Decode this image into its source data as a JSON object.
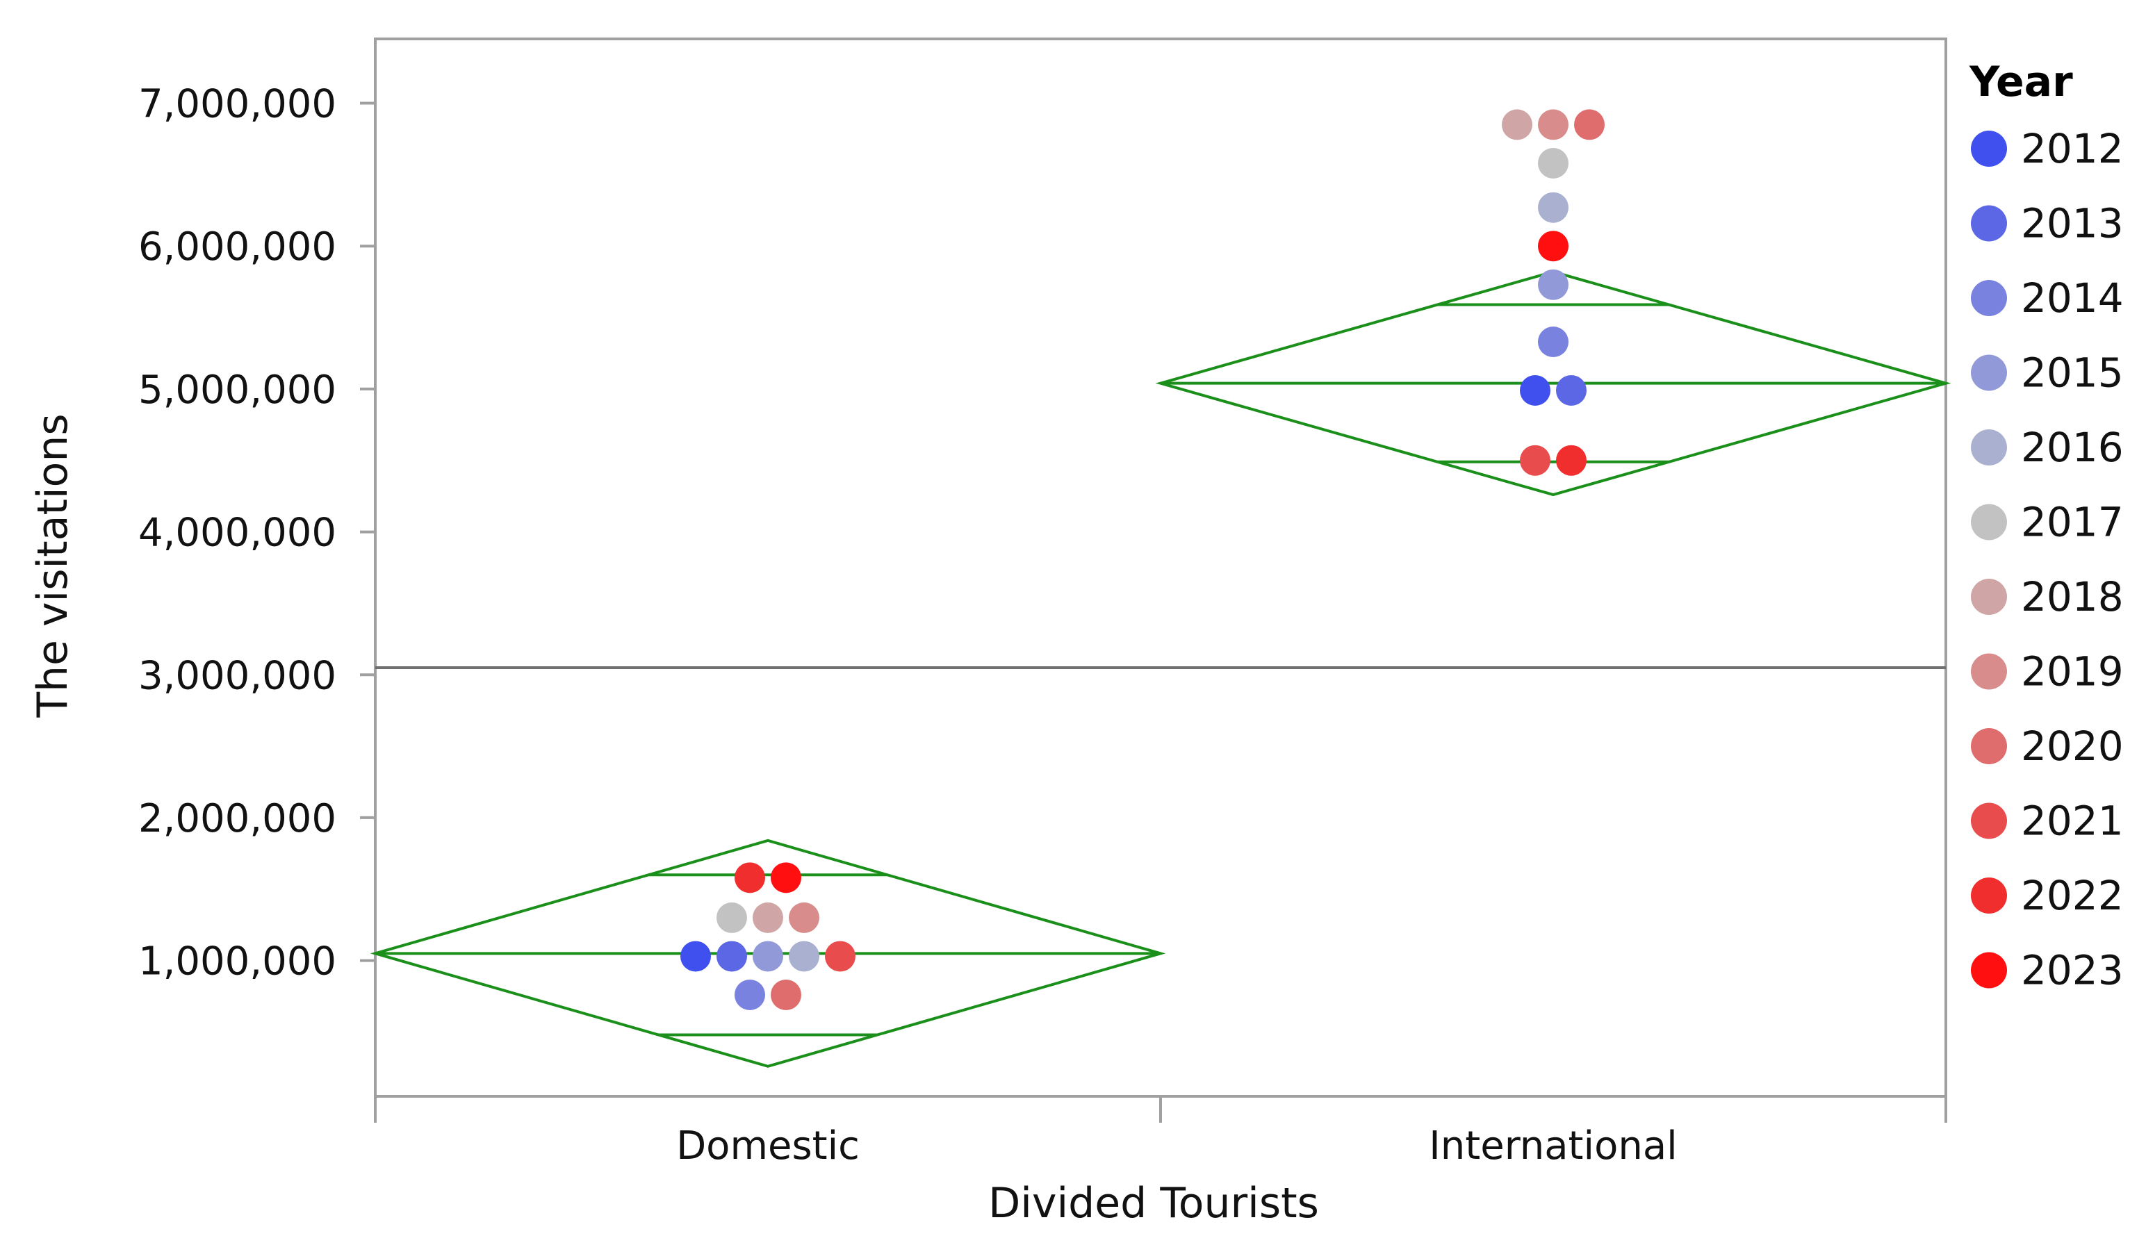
{
  "chart_data": {
    "type": "scatter",
    "subtype": "mean-diamonds-with-points",
    "xlabel": "Divided Tourists",
    "ylabel": "The visitations",
    "ylim": [
      50000,
      7450000
    ],
    "yticks": [
      1000000,
      2000000,
      3000000,
      4000000,
      5000000,
      6000000,
      7000000
    ],
    "ytick_labels": [
      "1,000,000",
      "2,000,000",
      "3,000,000",
      "4,000,000",
      "5,000,000",
      "6,000,000",
      "7,000,000"
    ],
    "categories": [
      "Domestic",
      "International"
    ],
    "grand_mean": 3050000,
    "legend": {
      "title": "Year",
      "position": "right",
      "entries": [
        {
          "label": "2012",
          "color": "#4050ee"
        },
        {
          "label": "2013",
          "color": "#5b67e4"
        },
        {
          "label": "2014",
          "color": "#7a82e0"
        },
        {
          "label": "2015",
          "color": "#9299d8"
        },
        {
          "label": "2016",
          "color": "#aab0d0"
        },
        {
          "label": "2017",
          "color": "#c2c2c2"
        },
        {
          "label": "2018",
          "color": "#cfa5a5"
        },
        {
          "label": "2019",
          "color": "#d88c8c"
        },
        {
          "label": "2020",
          "color": "#e06d6d"
        },
        {
          "label": "2021",
          "color": "#e84c4c"
        },
        {
          "label": "2022",
          "color": "#f02e2e"
        },
        {
          "label": "2023",
          "color": "#ff0f0f"
        }
      ]
    },
    "diamonds": [
      {
        "category": "Domestic",
        "mean": 1050000,
        "upper": 1840000,
        "lower": 260000,
        "upper_overlap": 1600000,
        "lower_overlap": 480000,
        "color": "#1a8f1a"
      },
      {
        "category": "International",
        "mean": 5040000,
        "upper": 5820000,
        "lower": 4260000,
        "upper_overlap": 5590000,
        "lower_overlap": 4490000,
        "color": "#1a8f1a"
      }
    ],
    "points": [
      {
        "category": "Domestic",
        "year": "2012",
        "value": 1030000
      },
      {
        "category": "Domestic",
        "year": "2013",
        "value": 1030000
      },
      {
        "category": "Domestic",
        "year": "2014",
        "value": 760000
      },
      {
        "category": "Domestic",
        "year": "2015",
        "value": 1030000
      },
      {
        "category": "Domestic",
        "year": "2016",
        "value": 1030000
      },
      {
        "category": "Domestic",
        "year": "2017",
        "value": 1300000
      },
      {
        "category": "Domestic",
        "year": "2018",
        "value": 1300000
      },
      {
        "category": "Domestic",
        "year": "2019",
        "value": 1300000
      },
      {
        "category": "Domestic",
        "year": "2020",
        "value": 760000
      },
      {
        "category": "Domestic",
        "year": "2021",
        "value": 1030000
      },
      {
        "category": "Domestic",
        "year": "2022",
        "value": 1580000
      },
      {
        "category": "Domestic",
        "year": "2023",
        "value": 1580000
      },
      {
        "category": "International",
        "year": "2012",
        "value": 4990000
      },
      {
        "category": "International",
        "year": "2013",
        "value": 4990000
      },
      {
        "category": "International",
        "year": "2014",
        "value": 5330000
      },
      {
        "category": "International",
        "year": "2015",
        "value": 5730000
      },
      {
        "category": "International",
        "year": "2016",
        "value": 6270000
      },
      {
        "category": "International",
        "year": "2017",
        "value": 6580000
      },
      {
        "category": "International",
        "year": "2018",
        "value": 6850000
      },
      {
        "category": "International",
        "year": "2019",
        "value": 6850000
      },
      {
        "category": "International",
        "year": "2020",
        "value": 6850000
      },
      {
        "category": "International",
        "year": "2021",
        "value": 4500000
      },
      {
        "category": "International",
        "year": "2022",
        "value": 4500000
      },
      {
        "category": "International",
        "year": "2023",
        "value": 6000000
      }
    ]
  }
}
